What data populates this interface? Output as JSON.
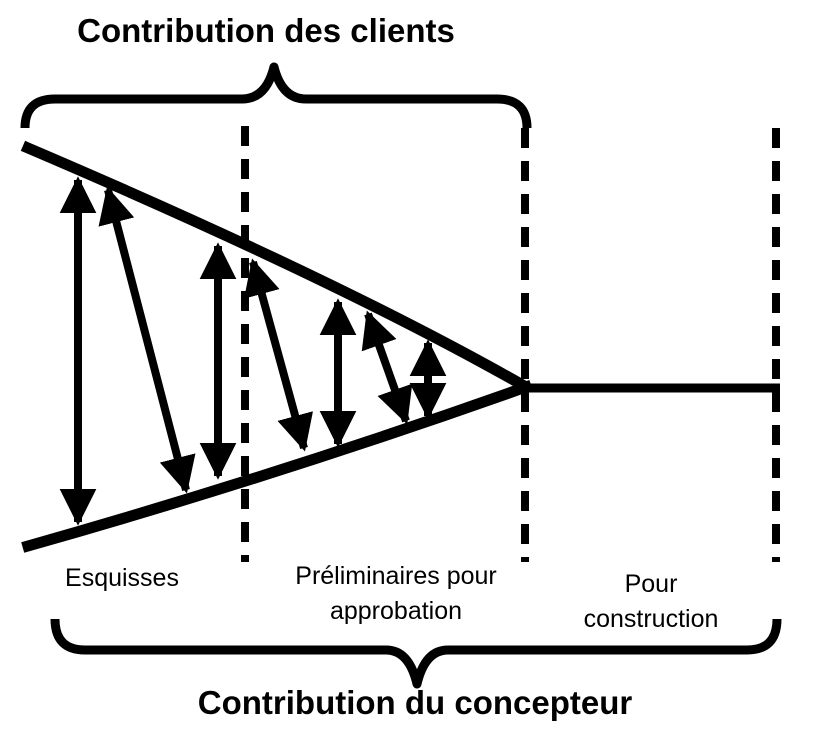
{
  "titles": {
    "top": "Contribution des clients",
    "bottom": "Contribution du concepteur"
  },
  "phases": [
    {
      "id": "esquisses",
      "lines": [
        "Esquisses"
      ]
    },
    {
      "id": "preliminaires-approbation",
      "lines": [
        "Préliminaires pour",
        "approbation"
      ]
    },
    {
      "id": "pour-construction",
      "lines": [
        "Pour",
        "construction"
      ]
    }
  ],
  "figure": {
    "type": "converging-funnel-diagram",
    "iteration_arrow_count": 7,
    "phase_divider_count": 3
  },
  "colors": {
    "ink": "#000000",
    "background": "#ffffff"
  }
}
